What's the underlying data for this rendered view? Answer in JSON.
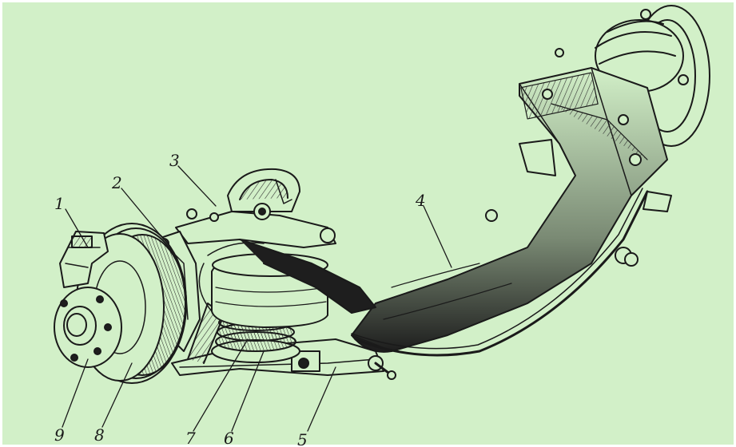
{
  "colors": {
    "background": "#d2f0c8",
    "frame": "#ffffff",
    "ink": "#1a1a1a",
    "shade": "#3a3a3a"
  },
  "labels": [
    {
      "id": "1",
      "text": "1"
    },
    {
      "id": "2",
      "text": "2"
    },
    {
      "id": "3",
      "text": "3"
    },
    {
      "id": "4",
      "text": "4"
    },
    {
      "id": "5",
      "text": "5"
    },
    {
      "id": "6",
      "text": "6"
    },
    {
      "id": "7",
      "text": "7"
    },
    {
      "id": "8",
      "text": "8"
    },
    {
      "id": "9",
      "text": "9"
    }
  ]
}
